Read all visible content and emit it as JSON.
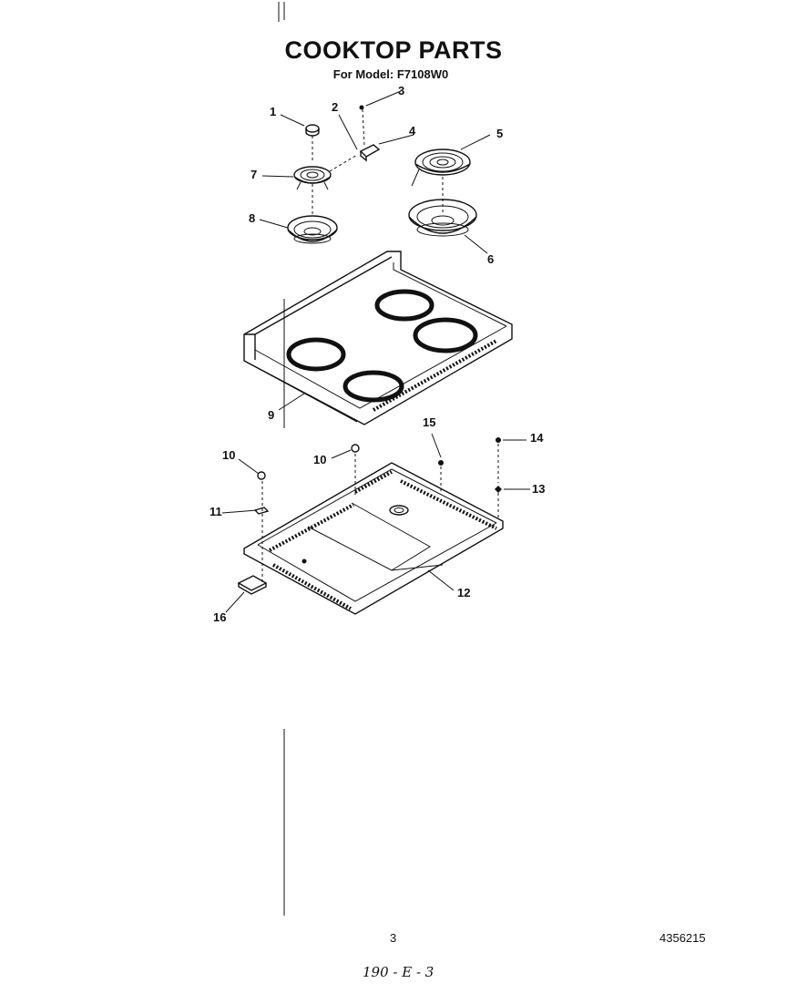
{
  "title": "COOKTOP PARTS",
  "subtitle": "For Model: F7108W0",
  "callouts": [
    {
      "id": "1",
      "text": "1"
    },
    {
      "id": "2",
      "text": "2"
    },
    {
      "id": "3",
      "text": "3"
    },
    {
      "id": "4",
      "text": "4"
    },
    {
      "id": "5",
      "text": "5"
    },
    {
      "id": "6",
      "text": "6"
    },
    {
      "id": "7",
      "text": "7"
    },
    {
      "id": "8",
      "text": "8"
    },
    {
      "id": "9",
      "text": "9"
    },
    {
      "id": "10a",
      "text": "10"
    },
    {
      "id": "10b",
      "text": "10"
    },
    {
      "id": "11",
      "text": "11"
    },
    {
      "id": "12",
      "text": "12"
    },
    {
      "id": "13",
      "text": "13"
    },
    {
      "id": "14",
      "text": "14"
    },
    {
      "id": "15",
      "text": "15"
    },
    {
      "id": "16",
      "text": "16"
    }
  ],
  "footer": {
    "page_number": "3",
    "part_number": "4356215",
    "handwritten": "190 - E - 3"
  }
}
